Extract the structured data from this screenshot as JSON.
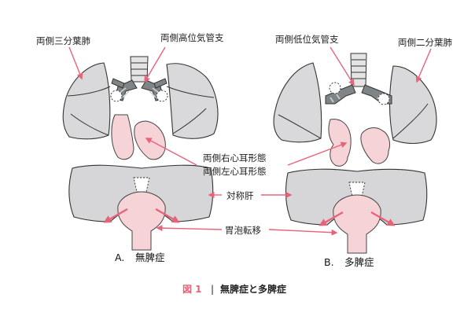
{
  "labels": {
    "left_trilobed": "両側三分葉肺",
    "left_high_bronchi": "両側高位気管支",
    "right_low_bronchi": "両側低位気管支",
    "right_bilobed": "両側二分葉肺",
    "right_atrial_isomerism": "両側右心耳形態",
    "left_atrial_isomerism": "両側左心耳形態",
    "symmetric_liver": "対称肝",
    "stomach_malposition": "胃泡転移"
  },
  "panels": {
    "a_letter": "A.",
    "a_name": "無脾症",
    "b_letter": "B.",
    "b_name": "多脾症"
  },
  "caption": {
    "number": "図 1",
    "separator": "|",
    "title": "無脾症と多脾症"
  },
  "colors": {
    "accent": "#e8637a",
    "organ_gray": "#d9d9db",
    "organ_pink": "#f6d3d6"
  }
}
